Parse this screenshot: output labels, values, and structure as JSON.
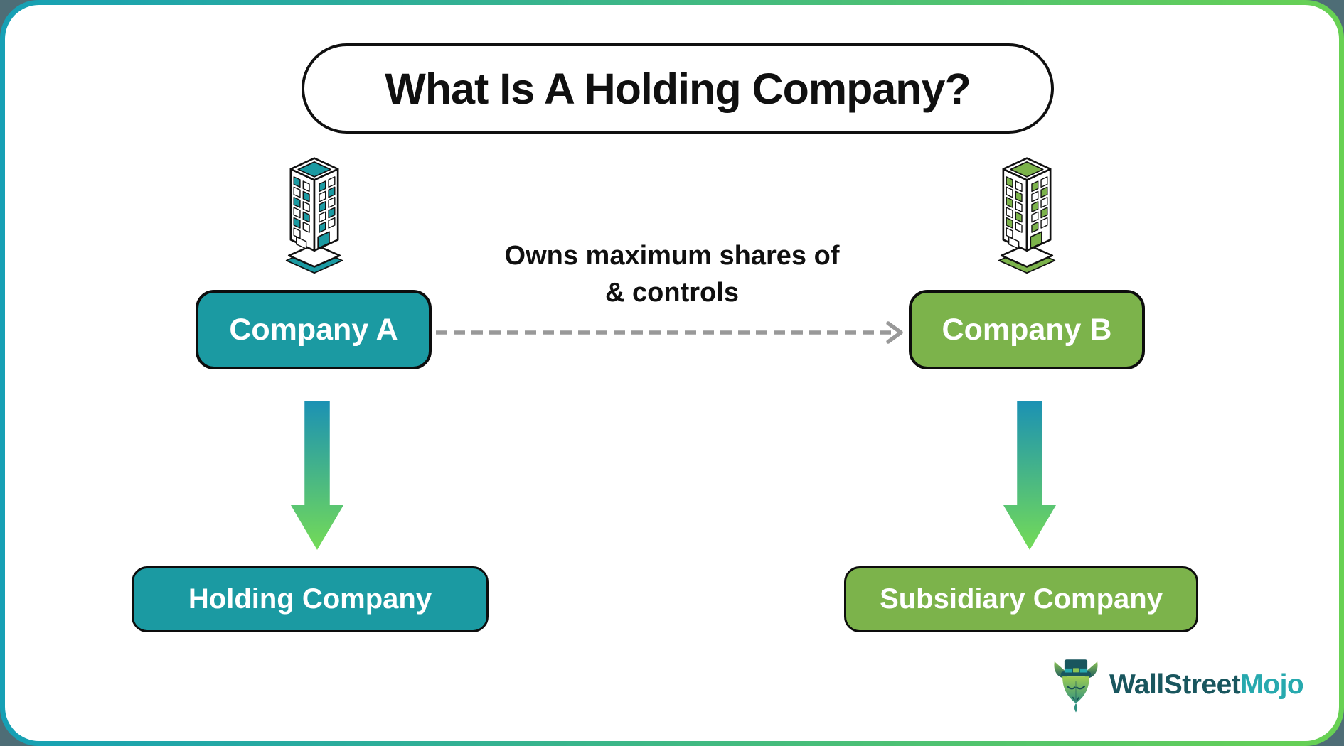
{
  "title": "What Is A Holding Company?",
  "relationship": {
    "line1": "Owns maximum shares of",
    "line2": "& controls"
  },
  "nodes": {
    "company_a": {
      "label": "Company A"
    },
    "company_b": {
      "label": "Company B"
    },
    "holding": {
      "label": "Holding Company"
    },
    "subsidiary": {
      "label": "Subsidiary Company"
    }
  },
  "logo": {
    "wall_street": "WallStreet",
    "mojo": "Mojo"
  },
  "icons": {
    "building_teal": "isometric office tower with teal roof and windows",
    "building_green": "isometric office tower with green roof and windows",
    "down_arrow": "teal-to-green gradient arrow pointing down",
    "dashed_arrow": "gray dashed arrow pointing right",
    "bull_mascot": "bull wearing a top hat (WallStreetMojo mascot)"
  },
  "colors": {
    "teal": "#1b9aa2",
    "green": "#7cb34b",
    "border_teal": "#16a0b5",
    "border_green": "#68d153",
    "outside_bg": "#4e6d76",
    "arrow_top": "#1b91b4",
    "arrow_bottom": "#74db57",
    "dash_gray": "#999999",
    "ink": "#101010",
    "logo_dark": "#19565e",
    "logo_teal": "#27a9ae",
    "logo_green": "#8cc454"
  }
}
